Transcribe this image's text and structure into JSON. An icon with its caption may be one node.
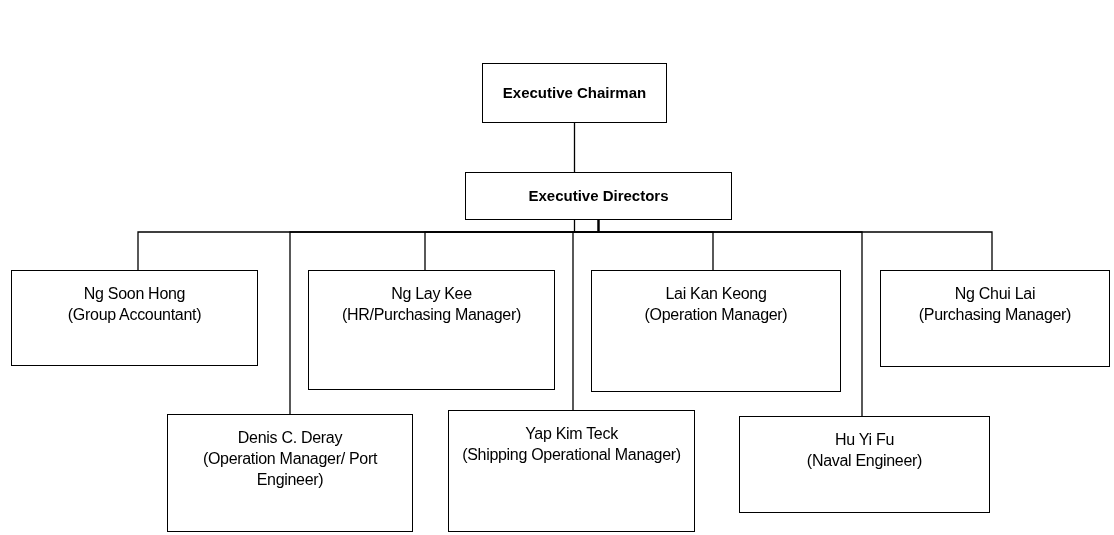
{
  "diagram": {
    "nodes": [
      {
        "text": [
          "Executive Chairman"
        ]
      },
      {
        "text": [
          "Executive Directors"
        ]
      },
      {
        "text": [
          "Ng Soon Hong",
          "(Group Accountant)"
        ]
      },
      {
        "text": [
          "Ng Lay Kee",
          "(HR/Purchasing Manager)"
        ]
      },
      {
        "text": [
          "Lai Kan Keong",
          "(Operation Manager)"
        ]
      },
      {
        "text": [
          "Ng Chui Lai",
          "(Purchasing Manager)"
        ]
      },
      {
        "text": [
          "Denis C. Deray",
          "(Operation Manager/ Port Engineer)"
        ]
      },
      {
        "text": [
          "Yap Kim Teck",
          "(Shipping Operational Manager)"
        ]
      },
      {
        "text": [
          "Hu Yi Fu",
          "(Naval Engineer)"
        ]
      }
    ],
    "edges": [
      {
        "from": 0,
        "to": 1,
        "arrow": "none"
      },
      {
        "from": 1,
        "to": 2,
        "arrow": "none"
      },
      {
        "from": 1,
        "to": 3,
        "arrow": "none"
      },
      {
        "from": 1,
        "to": 4,
        "arrow": "none"
      },
      {
        "from": 1,
        "to": 5,
        "arrow": "none"
      },
      {
        "from": 1,
        "to": 6,
        "arrow": "none"
      },
      {
        "from": 1,
        "to": 7,
        "arrow": "none"
      },
      {
        "from": 1,
        "to": 8,
        "arrow": "none"
      }
    ]
  }
}
